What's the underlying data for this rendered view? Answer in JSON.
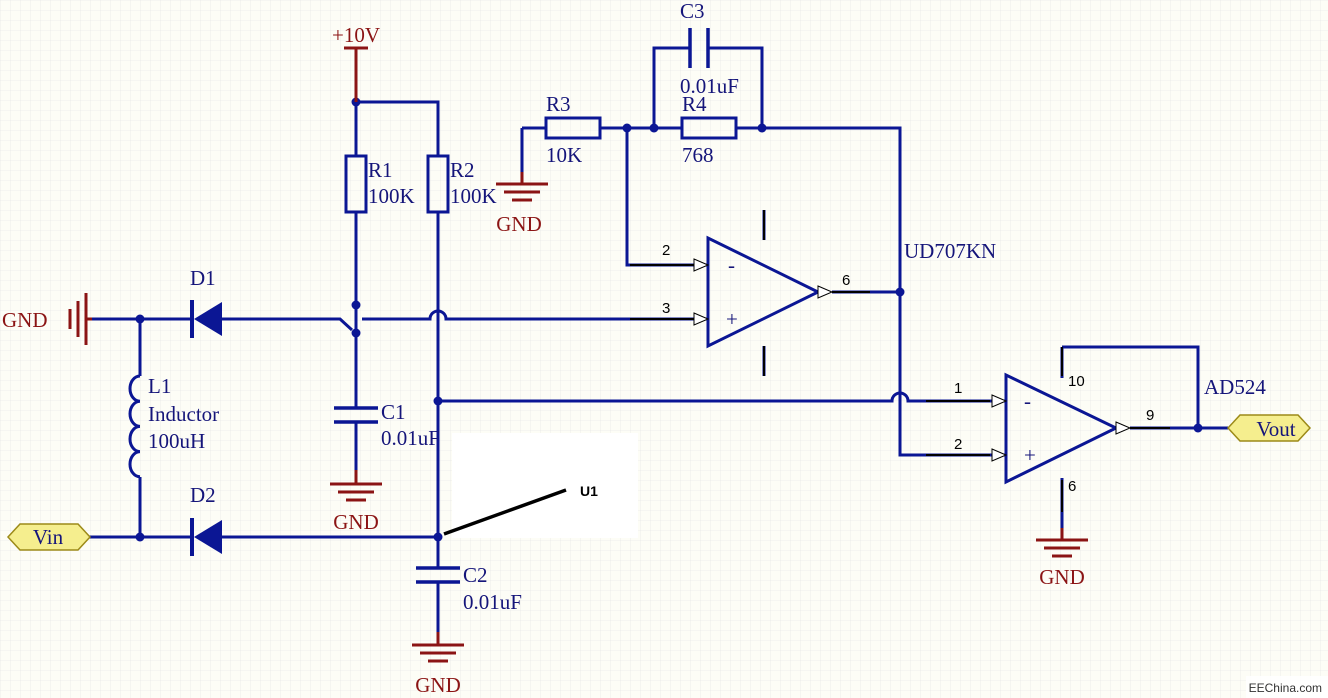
{
  "colors": {
    "wire": "#0b1694",
    "power": "#8b1414",
    "grid": "#dedede",
    "port_fill": "#f5ee8e",
    "port_stroke": "#9c8a18",
    "label": "#15157a",
    "pin_label": "#000000",
    "background": "#fdfdf6"
  },
  "power": {
    "vcc": "+10V",
    "gnd": "GND"
  },
  "ports": {
    "vin": "Vin",
    "vout": "Vout"
  },
  "components": {
    "r1": {
      "ref": "R1",
      "value": "100K"
    },
    "r2": {
      "ref": "R2",
      "value": "100K"
    },
    "r3": {
      "ref": "R3",
      "value": "10K"
    },
    "r4": {
      "ref": "R4",
      "value": "768"
    },
    "c1": {
      "ref": "C1",
      "value": "0.01uF"
    },
    "c2": {
      "ref": "C2",
      "value": "0.01uF"
    },
    "c3": {
      "ref": "C3",
      "value": "0.01uF"
    },
    "l1": {
      "ref": "L1",
      "type": "Inductor",
      "value": "100uH"
    },
    "d1": {
      "ref": "D1"
    },
    "d2": {
      "ref": "D2"
    },
    "u1": {
      "ref": "U1"
    },
    "opamp1": {
      "name": "UD707KN",
      "pin_inv": "2",
      "pin_noninv": "3",
      "pin_out": "6",
      "sign_minus": "-",
      "sign_plus": "+"
    },
    "opamp2": {
      "name": "AD524",
      "pin_inv": "1",
      "pin_noninv": "2",
      "pin_out": "9",
      "pin_top": "10",
      "pin_bottom": "6",
      "sign_minus": "-",
      "sign_plus": "+"
    }
  },
  "watermark": "EEChina.com"
}
